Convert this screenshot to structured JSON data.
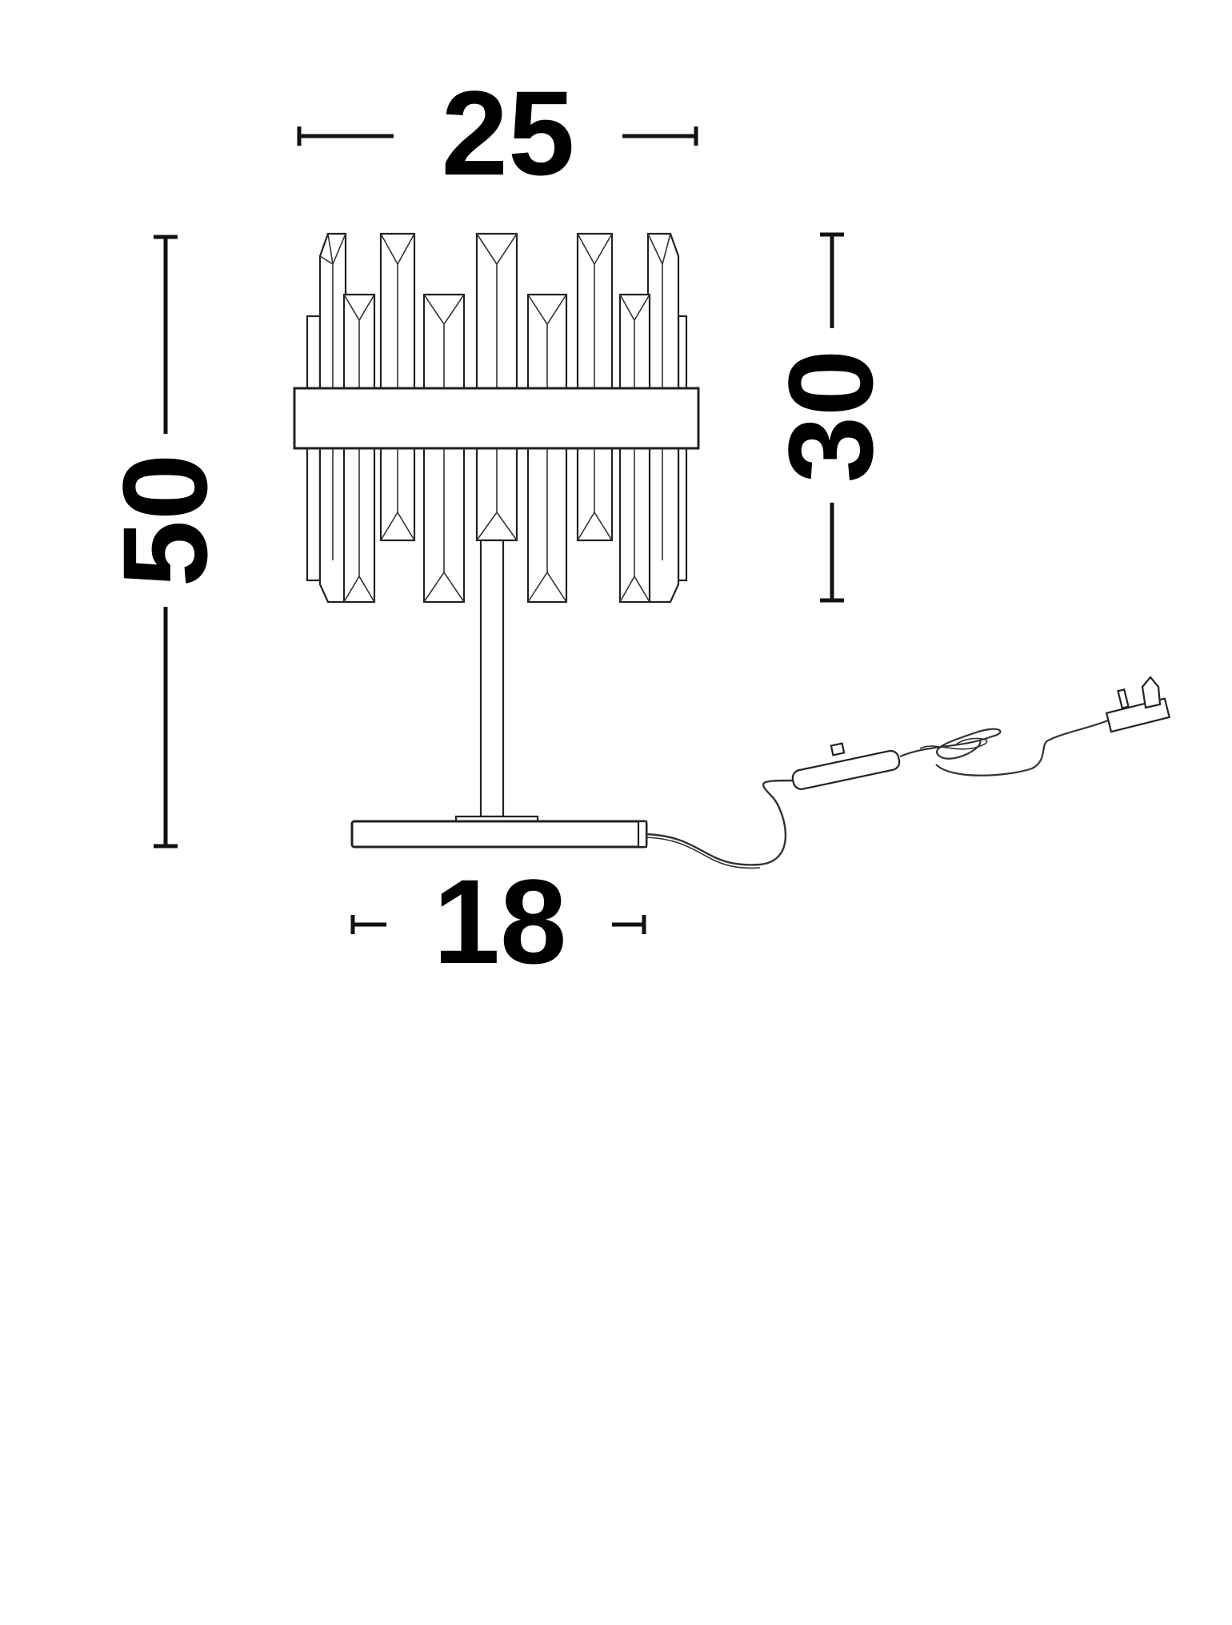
{
  "dimensions": {
    "width_top": "25",
    "height_total": "50",
    "height_shade": "30",
    "width_base": "18"
  },
  "colors": {
    "line": "#111111",
    "background": "#ffffff"
  }
}
